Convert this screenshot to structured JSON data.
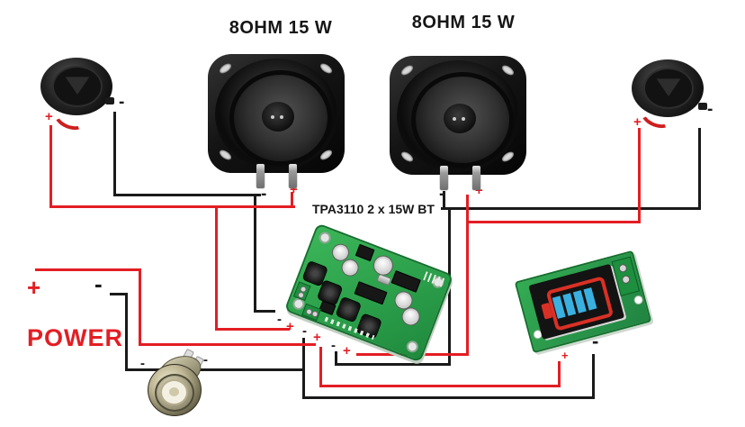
{
  "titles": {
    "left_speaker": "8OHM 15 W",
    "right_speaker": "8OHM 15 W",
    "amp": "TPA3110 2 x 15W BT",
    "power": "POWER"
  },
  "polarity": {
    "plus": "+",
    "minus": "-"
  },
  "colors": {
    "wire_red": "#e31e24",
    "wire_black": "#1a1a1a",
    "pcb_green": "#2a9d49",
    "battery_bar_blue": "#3ab0e0",
    "battery_outline_red": "#d93025"
  },
  "components": {
    "left_tweeter": "small tweeter speaker",
    "left_woofer": "8 ohm 15 W woofer",
    "right_woofer": "8 ohm 15 W woofer",
    "right_tweeter": "small tweeter speaker",
    "amplifier": "TPA3110 2x15W Bluetooth amplifier board",
    "battery_indicator": "lithium battery level indicator module",
    "power_button": "metal push button switch"
  }
}
